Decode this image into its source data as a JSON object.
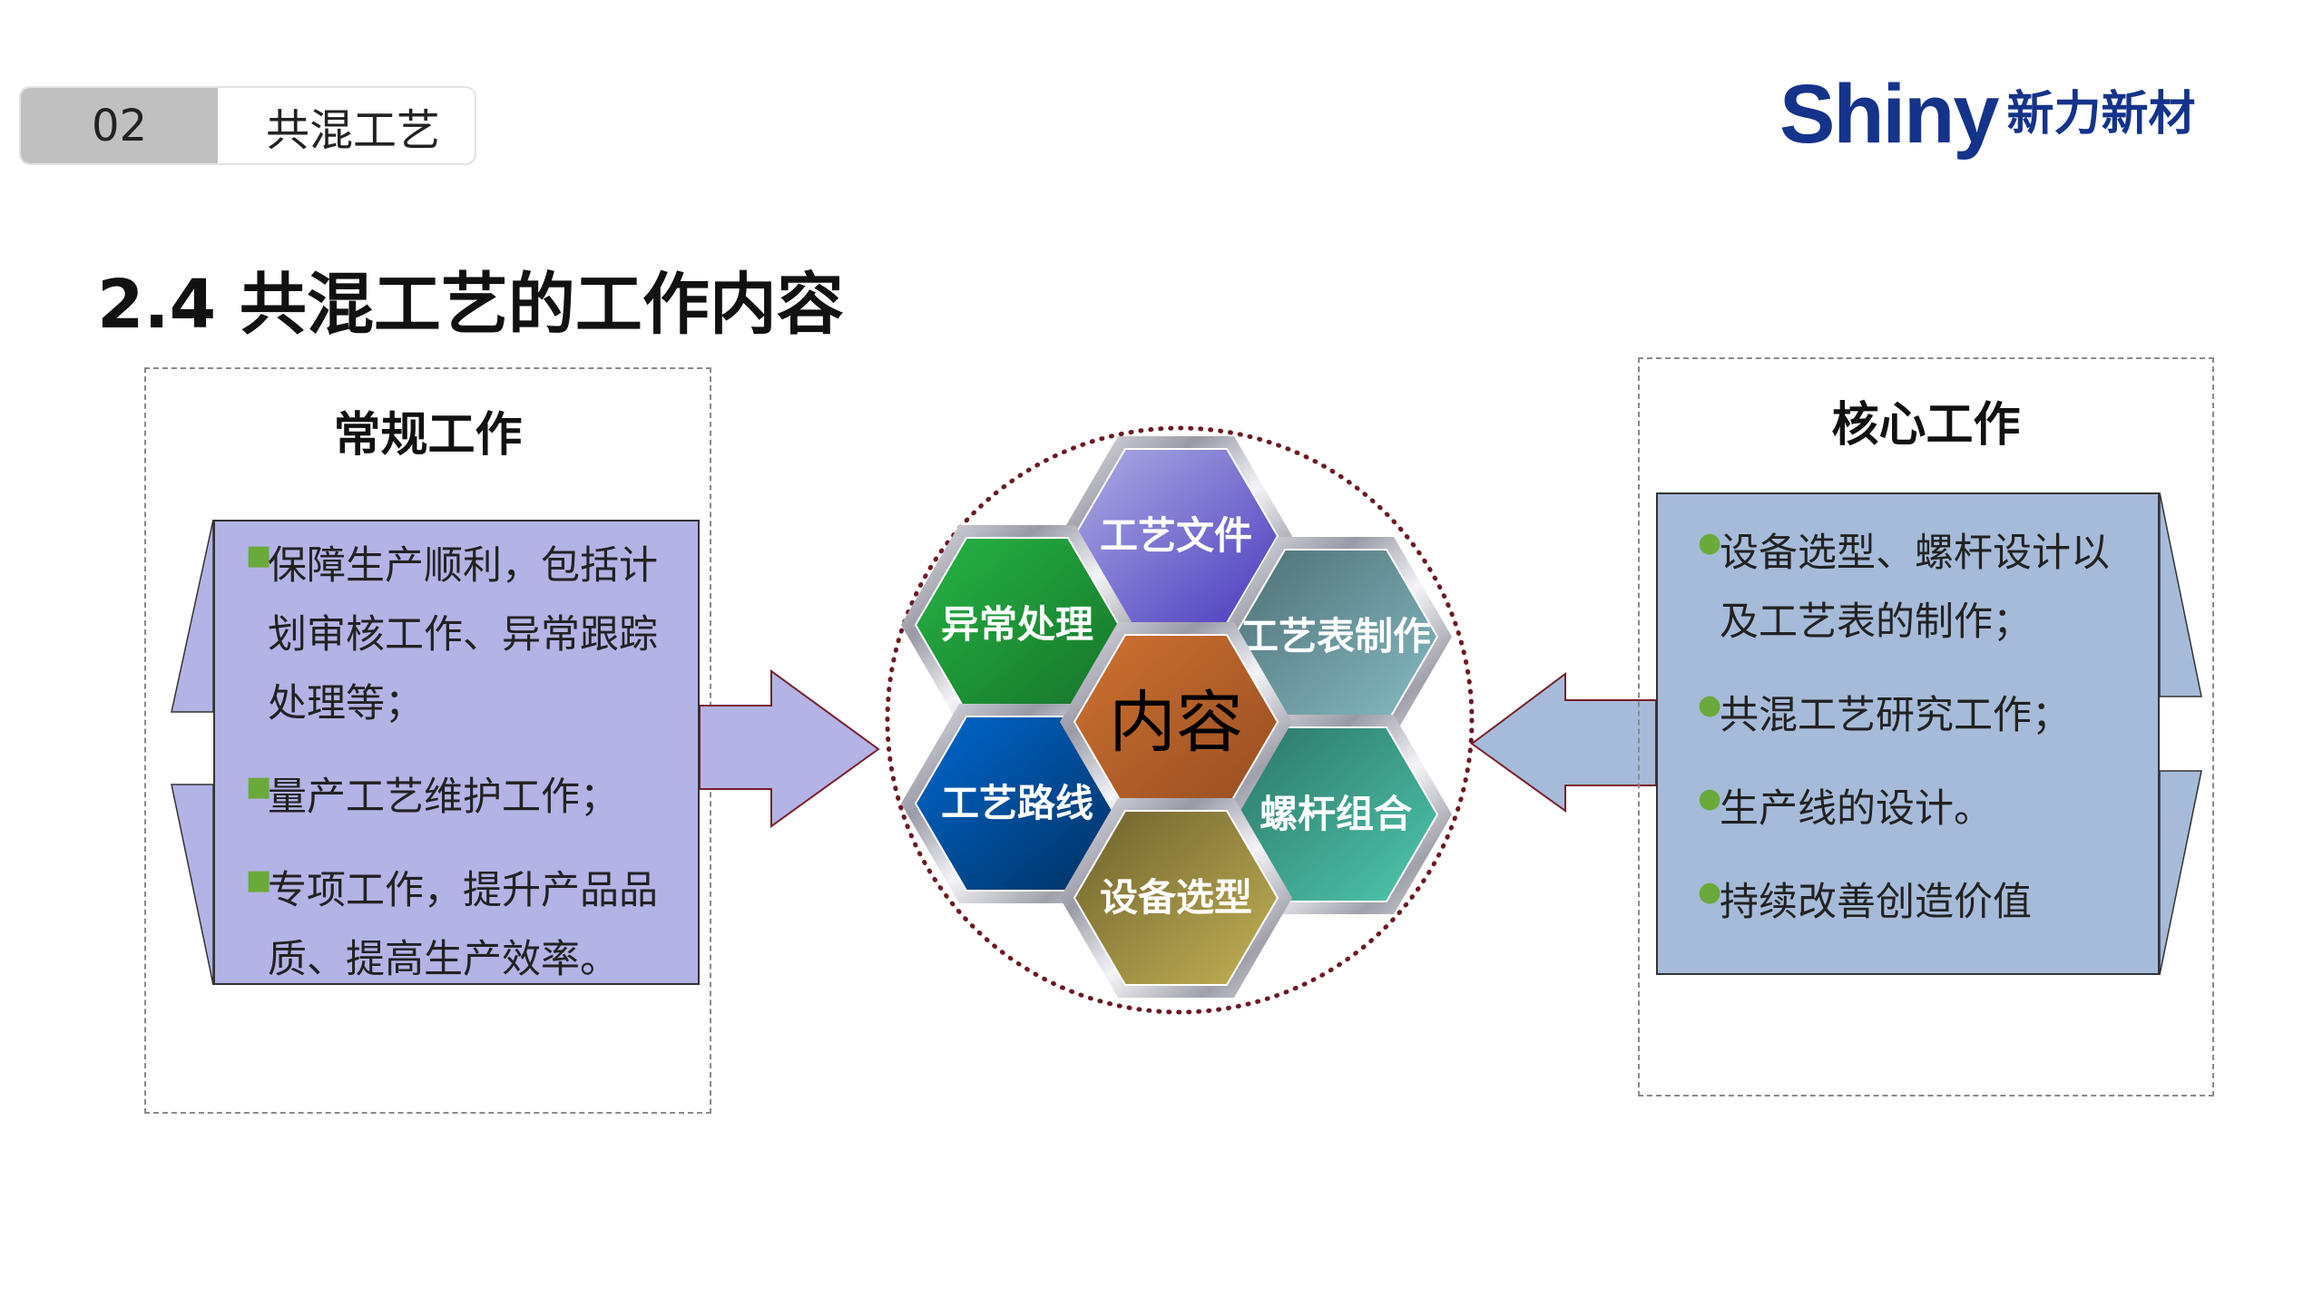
{
  "section_tab": {
    "number": "02",
    "label": "共混工艺"
  },
  "logo": {
    "brand_en": "Shiny",
    "brand_cn": "新力新材"
  },
  "page_title": "2.4 共混工艺的工作内容",
  "left_box": {
    "heading": "常规工作",
    "bullets": [
      {
        "lines": [
          "保障生产顺利，包括计",
          "划审核工作、异常跟踪",
          "处理等；"
        ]
      },
      {
        "lines": [
          "量产工艺维护工作；"
        ]
      },
      {
        "lines": [
          "专项工作，提升产品品",
          "质、提高生产效率。"
        ]
      }
    ]
  },
  "right_box": {
    "heading": "核心工作",
    "bullets": [
      {
        "lines": [
          "设备选型、螺杆设计以",
          "及工艺表的制作；"
        ]
      },
      {
        "lines": [
          "共混工艺研究工作；"
        ]
      },
      {
        "lines": [
          "生产线的设计。"
        ]
      },
      {
        "lines": [
          "持续改善创造价值"
        ]
      }
    ]
  },
  "hex_diagram": {
    "center": "内容",
    "items": [
      {
        "label": "工艺文件",
        "colors": [
          "#adaee3",
          "#4a3abf"
        ]
      },
      {
        "label": "异常处理",
        "colors": [
          "#25b545",
          "#17732a"
        ]
      },
      {
        "label": "工艺表制作",
        "colors": [
          "#4d6f75",
          "#88bcc4"
        ]
      },
      {
        "label": "工艺路线",
        "colors": [
          "#0068d0",
          "#003060"
        ]
      },
      {
        "label": "螺杆组合",
        "colors": [
          "#2c7566",
          "#4fc8ae"
        ]
      },
      {
        "label": "设备选型",
        "colors": [
          "#6e612c",
          "#c2b257"
        ]
      }
    ],
    "center_colors": [
      "#cf7232",
      "#964c20"
    ]
  },
  "colors": {
    "left_panel": "#b3b3e6",
    "right_panel": "#a6bbd9",
    "circle": "#6b1a24"
  }
}
